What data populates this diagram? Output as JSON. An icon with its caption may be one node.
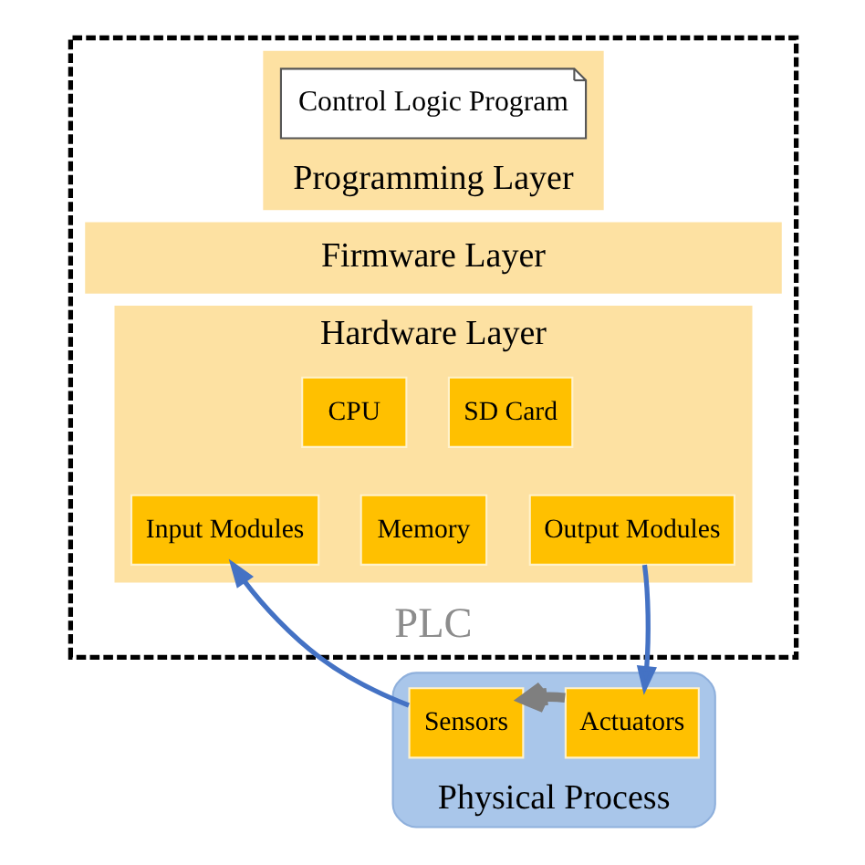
{
  "diagram": {
    "nodes": [
      {
        "text": [
          "PLC"
        ]
      },
      {
        "text": [
          "Programming Layer"
        ],
        "in": 0
      },
      {
        "text": [
          "Control Logic Program"
        ],
        "in": 1
      },
      {
        "text": [
          "Firmware Layer"
        ],
        "in": 0
      },
      {
        "text": [
          "Hardware Layer"
        ],
        "in": 0
      },
      {
        "text": [
          "CPU"
        ],
        "in": 4
      },
      {
        "text": [
          "SD Card"
        ],
        "in": 4
      },
      {
        "text": [
          "Input Modules"
        ],
        "in": 4
      },
      {
        "text": [
          "Memory"
        ],
        "in": 4
      },
      {
        "text": [
          "Output Modules"
        ],
        "in": 4
      },
      {
        "text": [
          "Physical Process"
        ]
      },
      {
        "text": [
          "Sensors"
        ],
        "in": 10
      },
      {
        "text": [
          "Actuators"
        ],
        "in": 10
      }
    ],
    "edges": [
      {
        "from": 11,
        "to": 7,
        "arrow": "to"
      },
      {
        "from": 9,
        "to": 12,
        "arrow": "to"
      },
      {
        "from": 12,
        "to": 11,
        "arrow": "to",
        "style": "thick",
        "color": "#7f7f7f"
      }
    ]
  }
}
